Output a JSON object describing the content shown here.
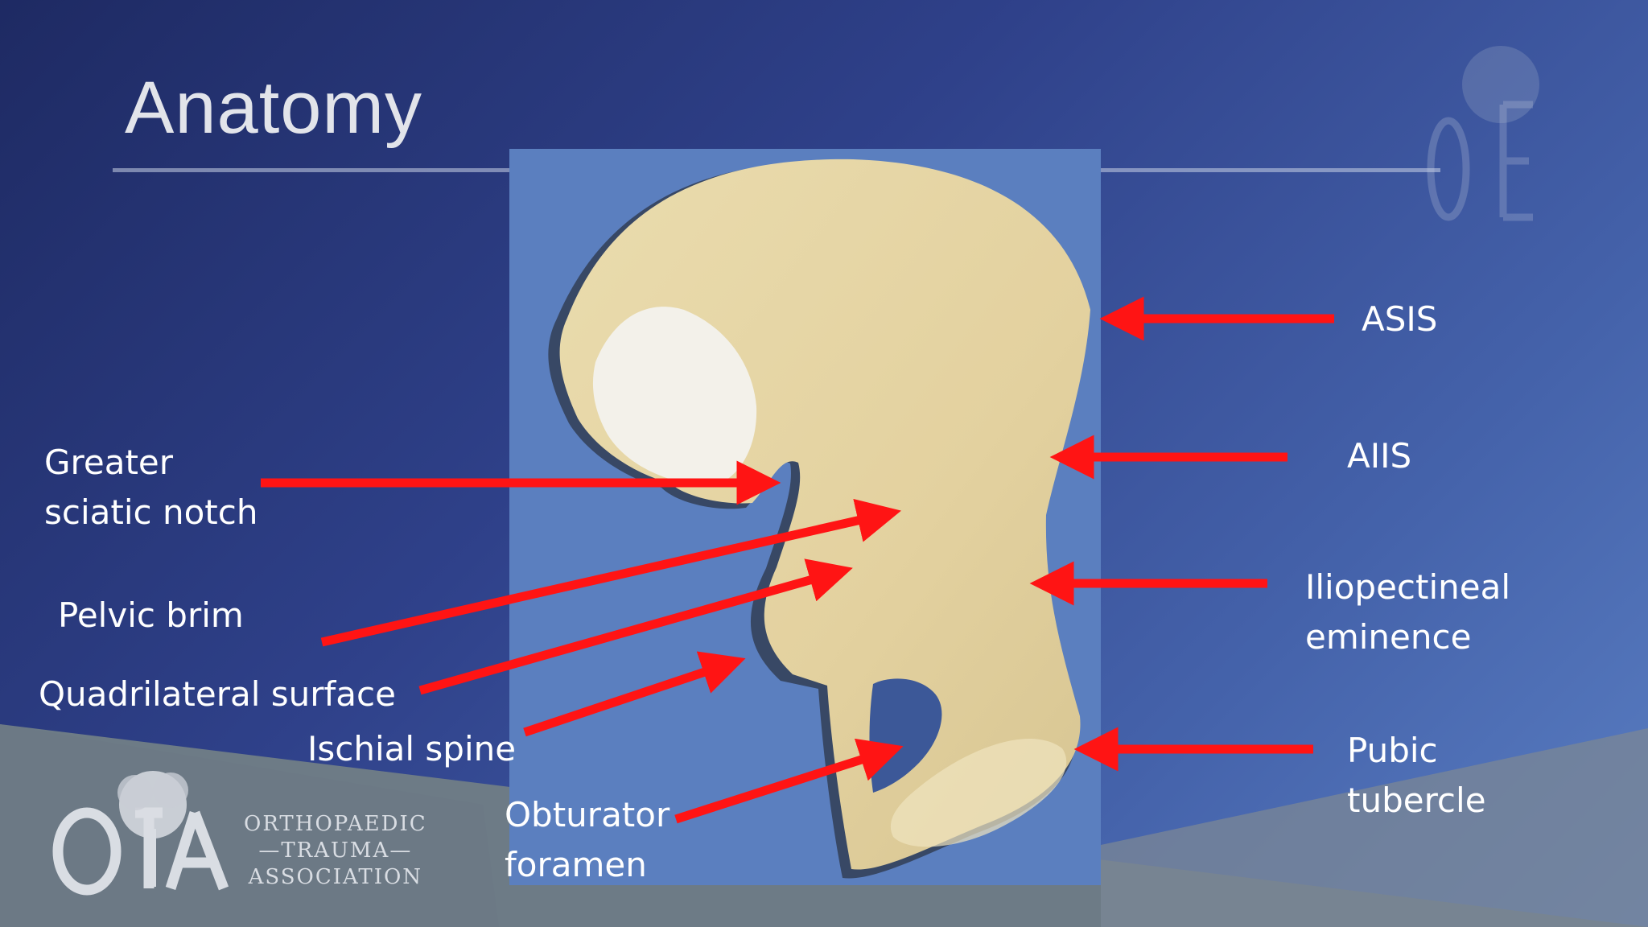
{
  "slide": {
    "title": "Anatomy",
    "labels": {
      "asis": "ASIS",
      "aiis": "AIIS",
      "iliopectineal": [
        "Iliopectineal",
        "eminence"
      ],
      "pubic_tubercle": [
        "Pubic",
        "tubercle"
      ],
      "greater_sciatic_notch": [
        "Greater",
        "sciatic notch"
      ],
      "pelvic_brim": "Pelvic brim",
      "quadrilateral_surface": "Quadrilateral surface",
      "ischial_spine": "Ischial spine",
      "obturator_foramen": [
        "Obturator",
        "foramen"
      ]
    },
    "arrow_color": "#ff1414",
    "logo": {
      "monogram": "OTA",
      "lines": [
        "ORTHOPAEDIC",
        "—TRAUMA—",
        "ASSOCIATION"
      ]
    }
  }
}
